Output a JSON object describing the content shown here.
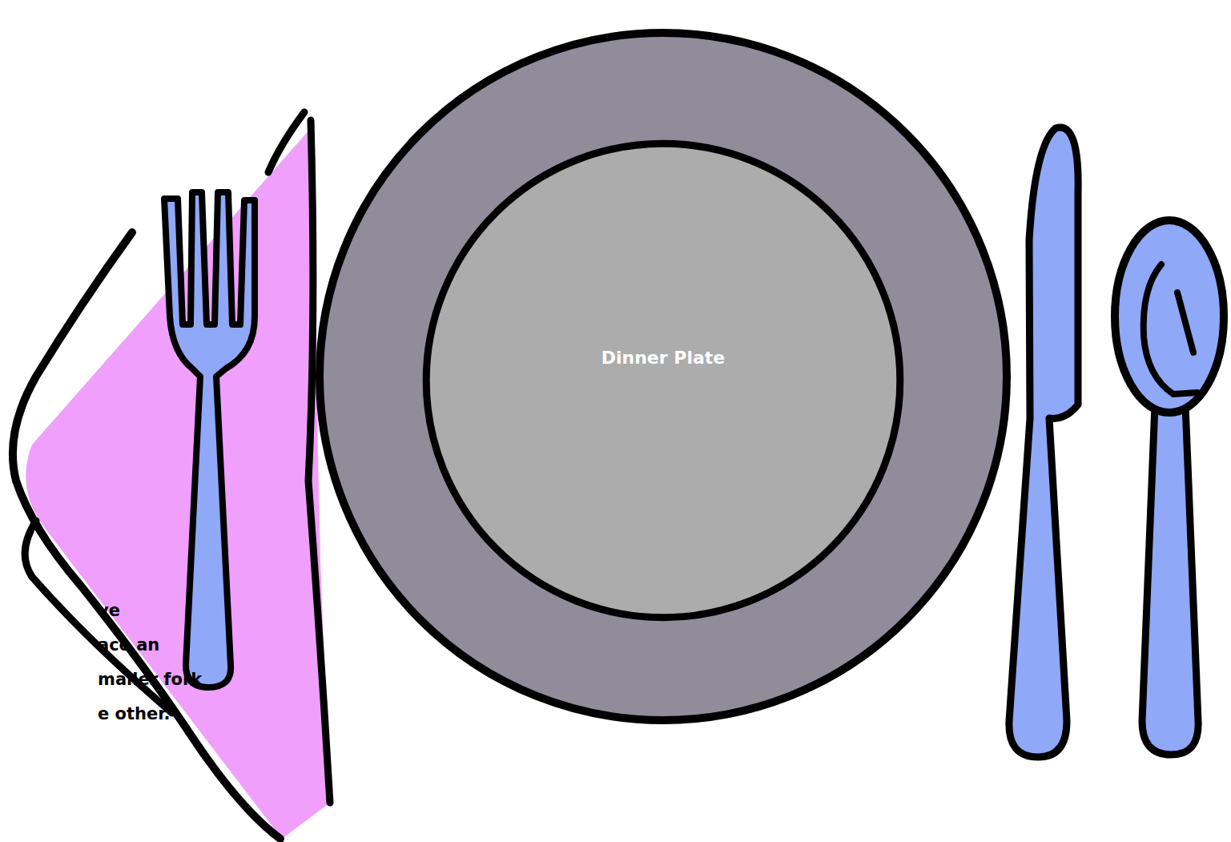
{
  "diagram": {
    "nodes": [
      {
        "text": [
          "Dinner Plate"
        ]
      }
    ],
    "labels": [
      "ve",
      "ace an",
      "maller fork",
      "e other."
    ]
  }
}
